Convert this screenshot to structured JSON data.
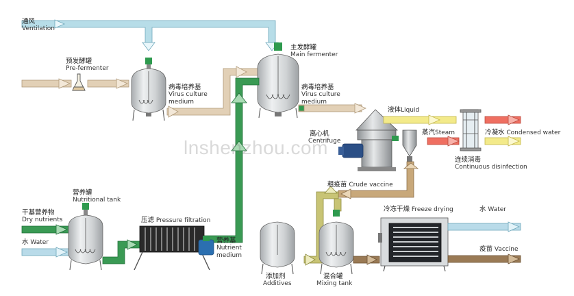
{
  "colors": {
    "ventilation_pipe": "#b7dde8",
    "beige_pipe": "#e2d0b6",
    "green_pipe": "#3a9a54",
    "yellow_pipe": "#f3ea8a",
    "olive_pipe": "#c8c475",
    "red_pipe": "#ef6f61",
    "brown_pipe": "#9a7a55",
    "blue_pipe": "#b9dbe9",
    "tank_gray": "#cfd2d4",
    "valve_green": "#2e9a4e"
  },
  "labels": {
    "ventilation": {
      "cn": "通风",
      "en": "Ventilation"
    },
    "pre_fermenter": {
      "cn": "预发酵罐",
      "en": "Pre-fermenter"
    },
    "main_fermenter": {
      "cn": "主发酵罐",
      "en": "Main fermenter"
    },
    "virus_culture_1": {
      "cn": "病毒培养基",
      "en": "Virus culture",
      "en2": "medium"
    },
    "virus_culture_2": {
      "cn": "病毒培养基",
      "en": "Virus culture",
      "en2": "medium"
    },
    "centrifuge": {
      "cn": "离心机",
      "en": "Centrifuge"
    },
    "liquid": {
      "cn": "液体",
      "en": "Liquid"
    },
    "steam": {
      "cn": "蒸汽",
      "en": "Steam"
    },
    "condensed_water": {
      "cn": "冷凝水",
      "en": "Condensed water"
    },
    "continuous_disinfection": {
      "cn": "连续消毒",
      "en": "Continuous disinfection"
    },
    "crude_vaccine": {
      "cn": "粗疫苗",
      "en": "Crude vaccine"
    },
    "nutritional_tank": {
      "cn": "营养罐",
      "en": "Nutritional tank"
    },
    "dry_nutrients": {
      "cn": "干基营养物",
      "en": "Dry nutrients"
    },
    "water_left": {
      "cn": "水",
      "en": "Water"
    },
    "pressure_filtration": {
      "cn": "压滤",
      "en": "Pressure filtration"
    },
    "nutrient_medium": {
      "cn": "营养基",
      "en": "Nutrient",
      "en2": "medium"
    },
    "additives": {
      "cn": "添加剂",
      "en": "Additives"
    },
    "mixing_tank": {
      "cn": "混合罐",
      "en": "Mixing tank"
    },
    "freeze_drying": {
      "cn": "冷冻干燥",
      "en": "Freeze drying"
    },
    "water_right": {
      "cn": "水",
      "en": "Water"
    },
    "vaccine": {
      "cn": "疫苗",
      "en": "Vaccine"
    }
  },
  "watermark": "lnshenzhou.com"
}
